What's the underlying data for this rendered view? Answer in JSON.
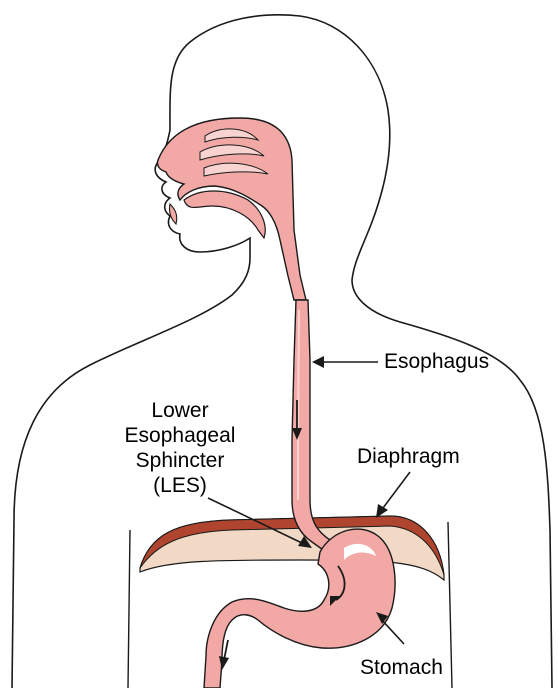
{
  "labels": {
    "esophagus": "Esophagus",
    "les_line1": "Lower",
    "les_line2": "Esophageal",
    "les_line3": "Sphincter",
    "les_line4": "(LES)",
    "diaphragm": "Diaphragm",
    "stomach": "Stomach"
  },
  "colors": {
    "outline": "#1a1a1a",
    "tissue": "#f2a9a6",
    "tissue_light": "#f9d3cf",
    "tissue_dark": "#d9817c",
    "diaphragm_fill": "#f1d9c6",
    "diaphragm_edge": "#b0452f",
    "background": "#ffffff"
  }
}
